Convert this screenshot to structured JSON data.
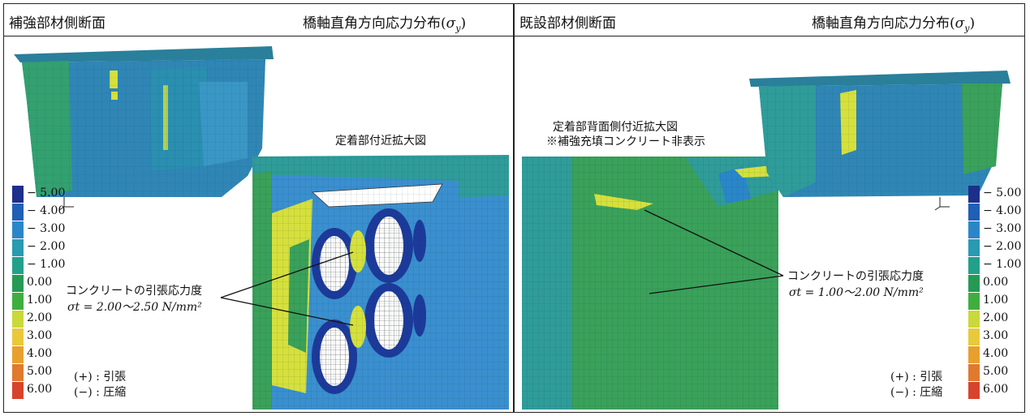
{
  "left_panel": {
    "title": "補強部材側断面",
    "subtitle_prefix": "橋軸直角方向応力分布(",
    "subtitle_symbol": "σ",
    "subtitle_sub": "y",
    "subtitle_suffix": ")",
    "inset_caption": "定着部付近拡大図",
    "annotation_line1": "コンクリートの引張応力度",
    "annotation_line2": "σt = 2.00〜2.50 N/mm²",
    "sign_plus": "(+) : 引張",
    "sign_minus": "(−) : 圧縮"
  },
  "right_panel": {
    "title": "既設部材側断面",
    "subtitle_prefix": "橋軸直角方向応力分布(",
    "subtitle_symbol": "σ",
    "subtitle_sub": "y",
    "subtitle_suffix": ")",
    "inset_caption_line1": "定着部背面側付近拡大図",
    "inset_caption_line2": "※補強充填コンクリート非表示",
    "annotation_line1": "コンクリートの引張応力度",
    "annotation_line2": "σt = 1.00〜2.00 N/mm²",
    "sign_plus": "(+) : 引張",
    "sign_minus": "(−) : 圧縮"
  },
  "legend": {
    "labels": [
      "− 5.00",
      "− 4.00",
      "− 3.00",
      "− 2.00",
      "− 1.00",
      "0.00",
      "1.00",
      "2.00",
      "3.00",
      "4.00",
      "5.00",
      "6.00"
    ],
    "colors": [
      "#1c2f8a",
      "#1f5fb5",
      "#2b86c9",
      "#2a9ab0",
      "#23a08a",
      "#249a55",
      "#3fae3f",
      "#c9d83a",
      "#e8c93a",
      "#e7a02e",
      "#df7a2e",
      "#d8432c"
    ]
  },
  "colors": {
    "concrete_blue": "#3a8fcf",
    "steel_green": "#3aa15a",
    "teal": "#2f9c9a",
    "yellow": "#d6e03c",
    "dark_blue": "#1c3a9a"
  }
}
